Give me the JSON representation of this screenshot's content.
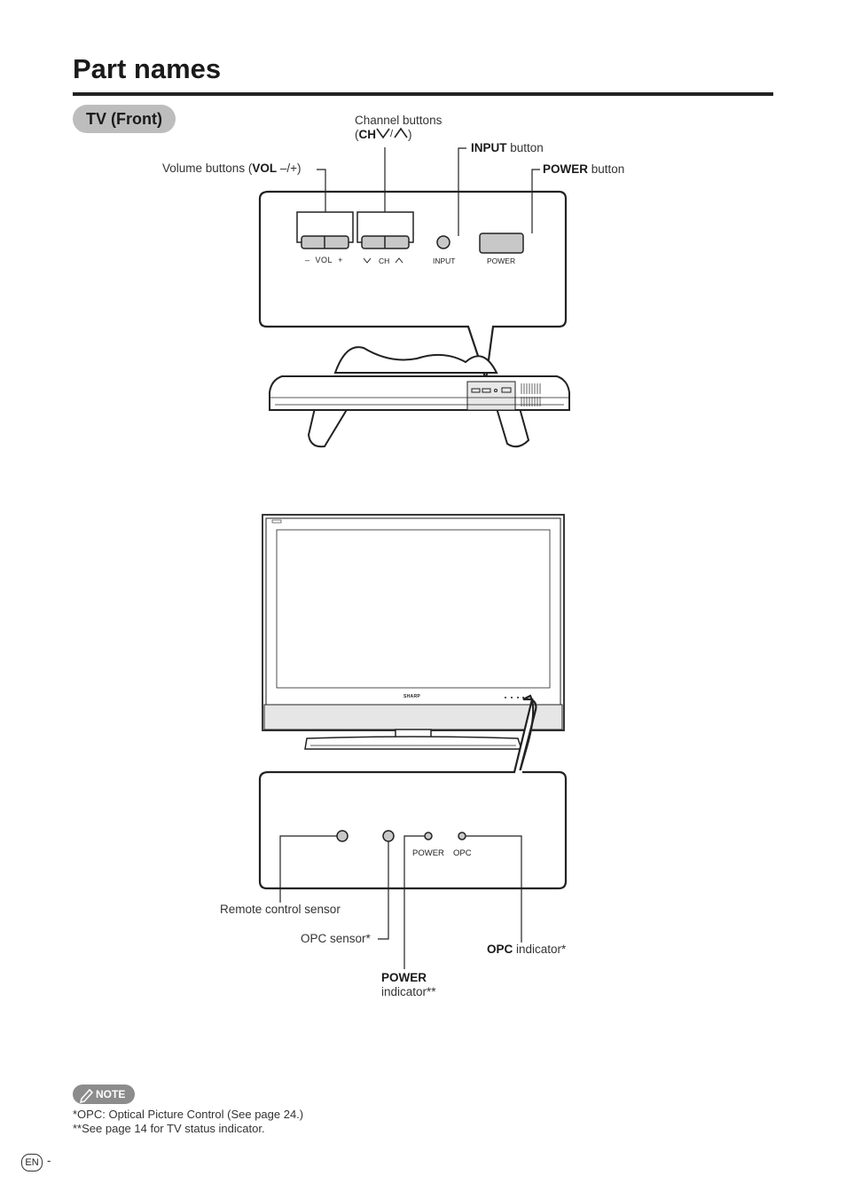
{
  "page": {
    "title": "Part names",
    "section": "TV (Front)"
  },
  "callouts_top": {
    "channel_line1": "Channel buttons",
    "channel_open": "(",
    "channel_bold": "CH",
    "channel_close": ")",
    "input_bold": "INPUT",
    "input_rest": " button",
    "power_bold": "POWER",
    "power_rest": " button",
    "volume_pre": "Volume buttons (",
    "volume_bold": "VOL",
    "volume_post": " –/+)"
  },
  "panel_top": {
    "vol_minus": "–",
    "vol_label": "VOL",
    "vol_plus": "+",
    "ch_label": "CH",
    "input_label": "INPUT",
    "power_label": "POWER"
  },
  "tv_front": {
    "brand": "SHARP"
  },
  "panel_bottom": {
    "power_label": "POWER",
    "opc_label": "OPC"
  },
  "callouts_bottom": {
    "remote_sensor": "Remote control sensor",
    "opc_sensor": "OPC sensor*",
    "opc_indicator_bold": "OPC",
    "opc_indicator_rest": " indicator*",
    "power_indicator_bold": "POWER",
    "power_indicator_rest": "indicator**"
  },
  "note": {
    "badge": "NOTE",
    "line1": "*OPC: Optical Picture Control (See page 24.)",
    "line2": "**See page 14 for TV status indicator."
  },
  "footer": {
    "lang": "EN",
    "dash": "-"
  }
}
